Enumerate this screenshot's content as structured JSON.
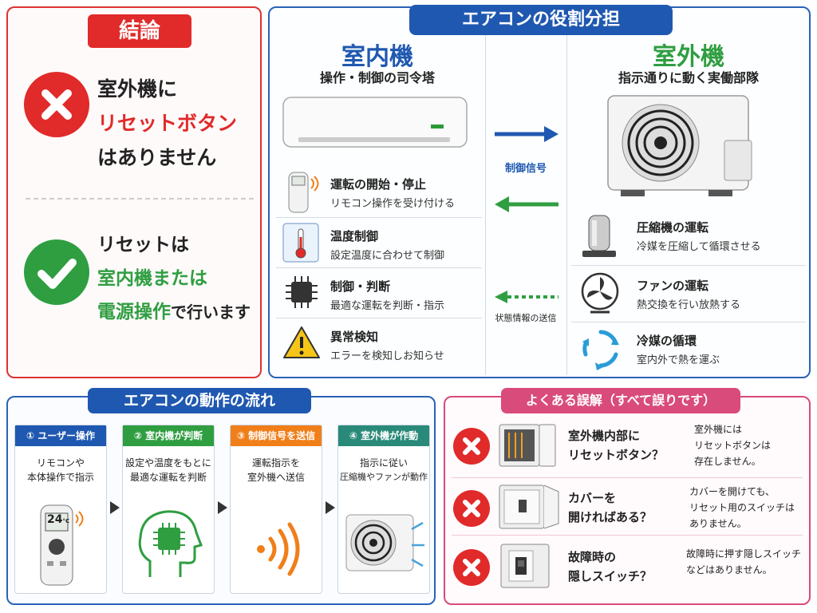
{
  "conclusion": {
    "title": "結論",
    "wrong_line1": "室外機に",
    "wrong_line2": "リセットボタン",
    "wrong_line3": "はありません",
    "right_line1": "リセットは",
    "right_line2": "室内機または",
    "right_line3a": "電源操作",
    "right_line3b": "で行います"
  },
  "roles": {
    "title": "エアコンの役割分担",
    "indoor": {
      "name": "室内機",
      "subtitle": "操作・制御の司令塔",
      "features": [
        {
          "icon": "remote-icon",
          "title": "運転の開始・停止",
          "desc": "リモコン操作を受け付ける"
        },
        {
          "icon": "thermometer-icon",
          "title": "温度制御",
          "desc": "設定温度に合わせて制御"
        },
        {
          "icon": "chip-icon",
          "title": "制御・判断",
          "desc": "最適な運転を判断・指示"
        },
        {
          "icon": "warning-icon",
          "title": "異常検知",
          "desc": "エラーを検知しお知らせ"
        }
      ]
    },
    "signal_label": "制御信号",
    "status_label": "状態情報の送信",
    "outdoor": {
      "name": "室外機",
      "subtitle": "指示通りに動く実働部隊",
      "features": [
        {
          "icon": "compressor-icon",
          "title": "圧縮機の運転",
          "desc": "冷媒を圧縮して循環させる"
        },
        {
          "icon": "fan-icon",
          "title": "ファンの運転",
          "desc": "熱交換を行い放熱する"
        },
        {
          "icon": "cycle-icon",
          "title": "冷媒の循環",
          "desc": "室内外で熱を運ぶ"
        }
      ]
    }
  },
  "flow": {
    "title": "エアコンの動作の流れ",
    "steps": [
      {
        "label": "① ユーザー操作",
        "line1": "リモコンや",
        "line2": "本体操作で指示",
        "color": "#1f58b0"
      },
      {
        "label": "② 室内機が判断",
        "line1": "設定や温度をもとに",
        "line2": "最適な運転を判断",
        "color": "#2f9e41"
      },
      {
        "label": "③ 制御信号を送信",
        "line1": "運転指示を",
        "line2": "室外機へ送信",
        "color": "#f07f1a"
      },
      {
        "label": "④ 室外機が作動",
        "line1": "指示に従い",
        "line2": "圧縮機やファンが動作",
        "color": "#2a8a7a"
      }
    ],
    "remote_display": "24",
    "remote_unit": "°C"
  },
  "misconceptions": {
    "title": "よくある誤解（すべて誤りです）",
    "items": [
      {
        "q1": "室外機内部に",
        "q2": "リセットボタン？",
        "a1": "室外機には",
        "a2": "リセットボタンは",
        "a3": "存在しません。"
      },
      {
        "q1": "カバーを",
        "q2": "開ければある？",
        "a1": "カバーを開けても、",
        "a2": "リセット用のスイッチは",
        "a3": "ありません。"
      },
      {
        "q1": "故障時の",
        "q2": "隠しスイッチ？",
        "a1": "故障時に押す隠しスイッチ",
        "a2": "などはありません。",
        "a3": ""
      }
    ]
  },
  "colors": {
    "red": "#e12a2a",
    "green": "#2f9e41",
    "blue": "#1f58b0",
    "pink": "#d94b7a"
  }
}
